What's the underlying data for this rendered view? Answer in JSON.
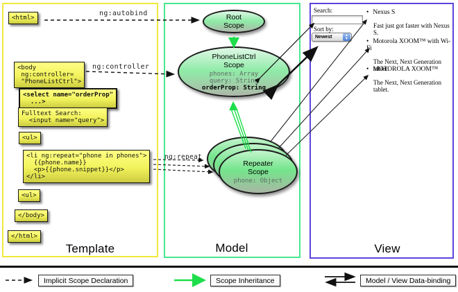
{
  "columns": {
    "template": {
      "label": "Template"
    },
    "model": {
      "label": "Model"
    },
    "view": {
      "label": "View"
    }
  },
  "code_boxes": {
    "html_open": "<html>",
    "body_open": "<body\n ng:controller=\n \"PhoneListCtrl\">",
    "select_tag": "<select name=\"orderProp\"\n  ...>",
    "fulltext": "Fulltext Search:\n  <input name=\"query\">",
    "ul_open": "<ul>",
    "li_repeat": "<li ng:repeat=\"phone in phones\">\n  {{phone.name}}\n  <p>{{phone.snippet}}</p>\n</li>",
    "ul_close": "<ul>",
    "body_close": "</body>",
    "html_close": "</html>"
  },
  "annotations": {
    "ng_autobind": "ng:autobind",
    "ng_controller": "ng:controller",
    "ng_repeat": "ng:repeat"
  },
  "scopes": {
    "root": {
      "title": "Root\nScope"
    },
    "phone_list_ctrl": {
      "title": "PhoneListCtrl\nScope",
      "props_normal": "phones: Array\nquery: String",
      "prop_bold": "orderProp: String"
    },
    "repeater": {
      "title": "Repeater\nScope",
      "prop": "phone: Object"
    }
  },
  "view_panel": {
    "search_label": "Search:",
    "search_value": "",
    "sort_label": "Sort by:",
    "sort_value": "Newest",
    "bullet": "•",
    "items": [
      {
        "title": "Nexus S",
        "desc": "Fast just got faster with Nexus S."
      },
      {
        "title": "Motorola XOOM™  with Wi-Fi",
        "desc": "The Next, Next Generation tablet."
      },
      {
        "title": "MOTOROLA XOOM™",
        "desc": "The Next, Next Generation tablet."
      }
    ]
  },
  "legend": {
    "implicit": "Implicit Scope Declaration",
    "inheritance": "Scope Inheritance",
    "binding": "Model / View Data-binding"
  },
  "colors": {
    "template_border": "#f0e93a",
    "model_border": "#47e88f",
    "view_border": "#5b44da",
    "green_arrow": "#1ede4b",
    "box_fill_top": "#ffff85",
    "box_fill_bottom": "#cccc41"
  }
}
